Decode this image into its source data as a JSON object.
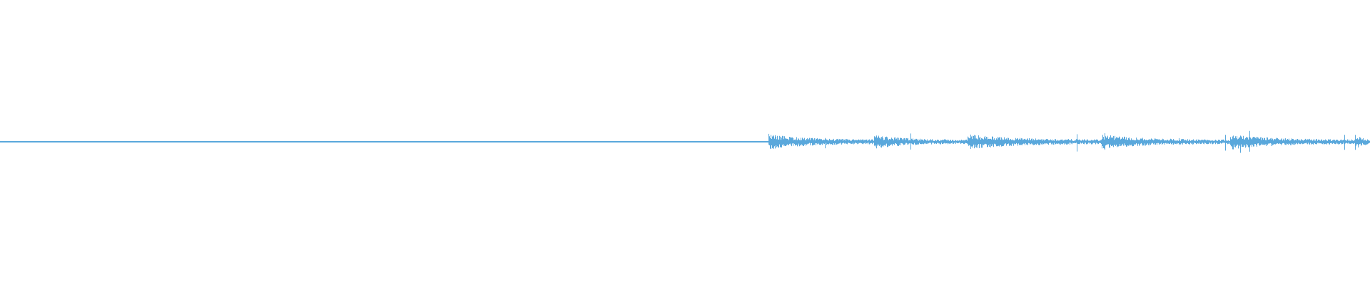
{
  "waveform": {
    "color": "#5aa8dc",
    "background": "#ffffff",
    "segments": [
      {
        "start": 0.0,
        "end": 0.561,
        "amplitude": 0.004
      },
      {
        "start": 0.561,
        "end": 0.638,
        "amplitude": 0.045,
        "peak": 0.07
      },
      {
        "start": 0.638,
        "end": 0.706,
        "amplitude": 0.04,
        "peak": 0.065
      },
      {
        "start": 0.706,
        "end": 0.804,
        "amplitude": 0.045,
        "peak": 0.075
      },
      {
        "start": 0.804,
        "end": 0.898,
        "amplitude": 0.042,
        "peak": 0.07
      },
      {
        "start": 0.898,
        "end": 0.989,
        "amplitude": 0.045,
        "peak": 0.08
      },
      {
        "start": 0.989,
        "end": 1.0,
        "amplitude": 0.05,
        "peak": 0.08
      }
    ]
  }
}
